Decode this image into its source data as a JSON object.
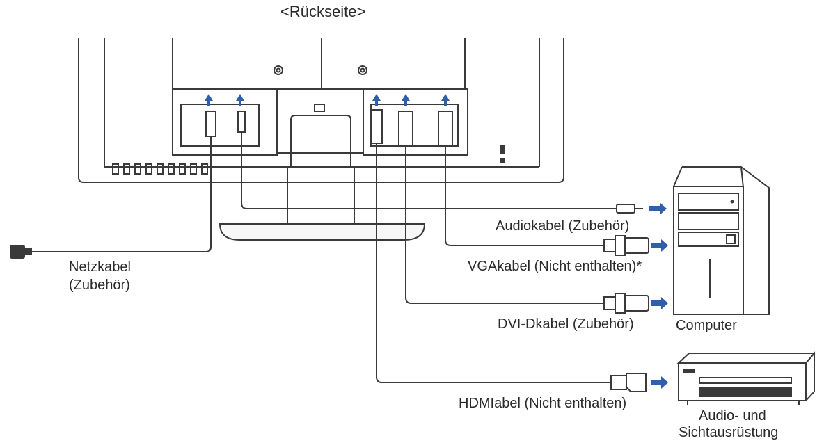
{
  "diagram": {
    "title": "<Rückseite>",
    "labels": {
      "audio_cable": "Audiokabel (Zubehör)",
      "vga_cable": "VGAkabel (Nicht enthalten)*",
      "dvi_cable": "DVI-Dkabel (Zubehör)",
      "hdmi_cable": "HDMIabel (Nicht enthalten)",
      "power_cable_line1": "Netzkabel",
      "power_cable_line2": "(Zubehör)",
      "computer": "Computer",
      "av_equipment_line1": "Audio- und",
      "av_equipment_line2": "Sichtausrüstung"
    },
    "colors": {
      "line": "#3a3a3a",
      "arrow": "#2f5fa8",
      "panel": "#f7f7f7"
    }
  }
}
